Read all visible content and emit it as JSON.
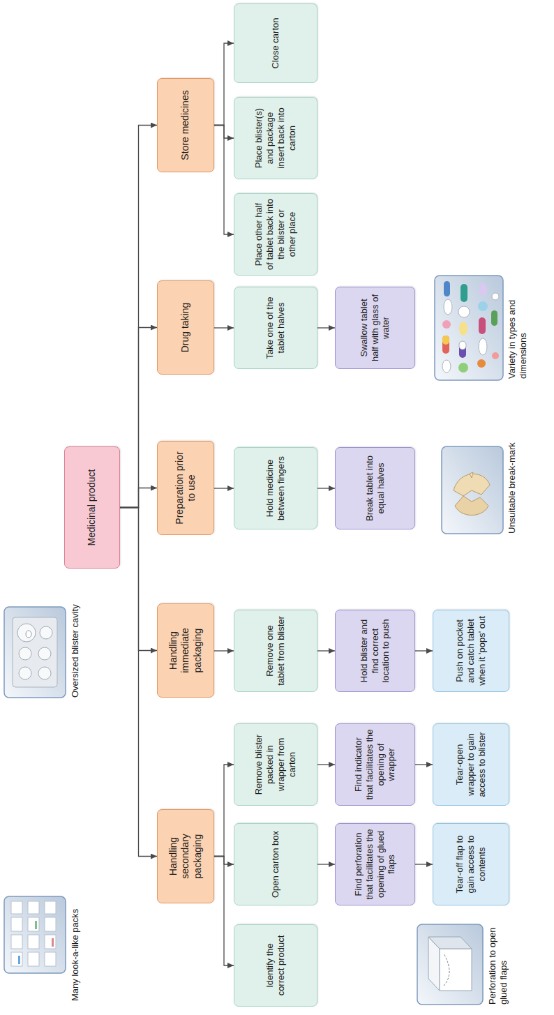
{
  "diagram": {
    "nodes": [
      {
        "text": [
          "Medicinal product"
        ]
      },
      {
        "text": [
          "Handling secondary packaging"
        ]
      },
      {
        "text": [
          "Handling immediate packaging"
        ]
      },
      {
        "text": [
          "Preparation prior to use"
        ]
      },
      {
        "text": [
          "Drug taking"
        ]
      },
      {
        "text": [
          "Store medicines"
        ]
      },
      {
        "text": [
          "Identify the correct product"
        ]
      },
      {
        "text": [
          "Open carton box"
        ]
      },
      {
        "text": [
          "Find perforation that facilitates the opening of glued flaps"
        ]
      },
      {
        "text": [
          "Tear-off flap to gain access to contents"
        ]
      },
      {
        "text": [
          "Remove blister packed in wrapper from carton"
        ]
      },
      {
        "text": [
          "Find indicator that facilitates the opening of wrapper"
        ]
      },
      {
        "text": [
          "Tear-open wrapper to gain access to blister"
        ]
      },
      {
        "text": [
          "Remove one tablet from blister"
        ]
      },
      {
        "text": [
          "Hold blister and find correct location to push"
        ]
      },
      {
        "text": [
          "Push on pocket and catch tablet when it 'pops' out"
        ]
      },
      {
        "text": [
          "Hold medicine between fingers"
        ]
      },
      {
        "text": [
          "Break tablet into equal halves"
        ]
      },
      {
        "text": [
          "Take one of the tablet halves"
        ]
      },
      {
        "text": [
          "Swallow tablet half with glass of water"
        ]
      },
      {
        "text": [
          "Place other half of tablet back into the blister or other place"
        ]
      },
      {
        "text": [
          "Place blister(s) and package insert back into carton"
        ]
      },
      {
        "text": [
          "Close carton"
        ]
      }
    ],
    "edges": [
      {
        "from": 0,
        "to": 1,
        "arrow": "to"
      },
      {
        "from": 0,
        "to": 2,
        "arrow": "to"
      },
      {
        "from": 0,
        "to": 3,
        "arrow": "to"
      },
      {
        "from": 0,
        "to": 4,
        "arrow": "to"
      },
      {
        "from": 0,
        "to": 5,
        "arrow": "to"
      },
      {
        "from": 1,
        "to": 6,
        "arrow": "to"
      },
      {
        "from": 1,
        "to": 7,
        "arrow": "to"
      },
      {
        "from": 1,
        "to": 10,
        "arrow": "to"
      },
      {
        "from": 7,
        "to": 8,
        "arrow": "to"
      },
      {
        "from": 8,
        "to": 9,
        "arrow": "to"
      },
      {
        "from": 10,
        "to": 11,
        "arrow": "to"
      },
      {
        "from": 11,
        "to": 12,
        "arrow": "to"
      },
      {
        "from": 2,
        "to": 13,
        "arrow": "to"
      },
      {
        "from": 13,
        "to": 14,
        "arrow": "to"
      },
      {
        "from": 14,
        "to": 15,
        "arrow": "to"
      },
      {
        "from": 3,
        "to": 16,
        "arrow": "to"
      },
      {
        "from": 16,
        "to": 17,
        "arrow": "to"
      },
      {
        "from": 4,
        "to": 18,
        "arrow": "to"
      },
      {
        "from": 18,
        "to": 19,
        "arrow": "to"
      },
      {
        "from": 5,
        "to": 20,
        "arrow": "to"
      },
      {
        "from": 5,
        "to": 21,
        "arrow": "to"
      },
      {
        "from": 5,
        "to": 22,
        "arrow": "to"
      }
    ],
    "labels": [
      "Many look-a-like packs",
      "Oversized blister cavity",
      "Perforation to open glued flaps",
      "Unsuitable break-mark",
      "Variety in types and dimensions"
    ]
  }
}
